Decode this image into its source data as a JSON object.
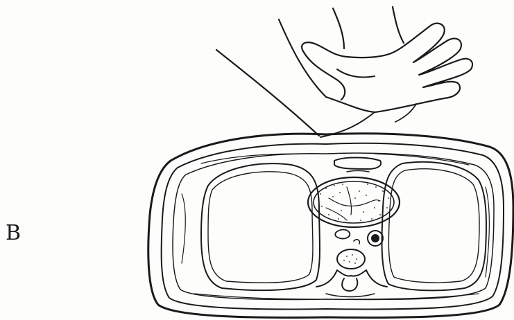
{
  "figure": {
    "panel_label": "B",
    "ink_color": "#1a1a1a",
    "paper_color": "#fdfdfc",
    "elements": {
      "hand": "hand-on-chest",
      "section": "chest-cross-section",
      "lungs": [
        "left-lung",
        "right-lung"
      ],
      "heart": "heart",
      "spine": "vertebra",
      "aorta": "aorta"
    }
  }
}
